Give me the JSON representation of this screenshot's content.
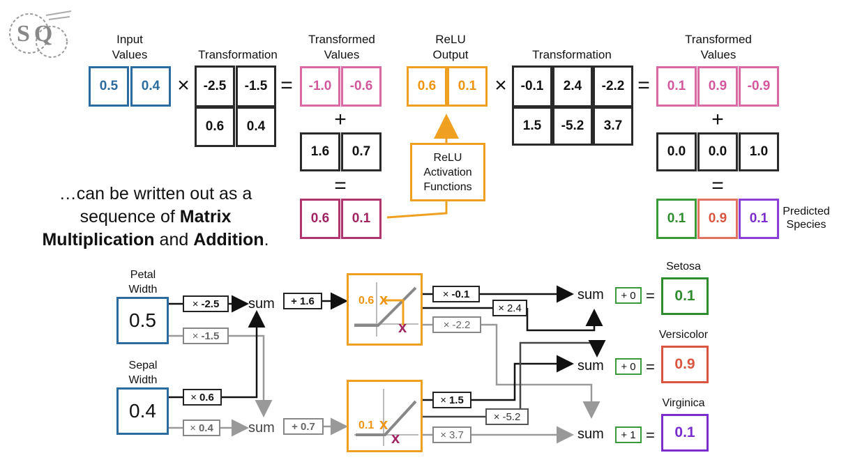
{
  "logo": {
    "text": "SQ"
  },
  "equation": {
    "input_label": "Input\nValues",
    "input_values": [
      "0.5",
      "0.4"
    ],
    "times": "×",
    "equals": "=",
    "plus": "+",
    "transformation1_label": "Transformation",
    "transformation1": [
      [
        "-2.5",
        "-1.5"
      ],
      [
        "0.6",
        "0.4"
      ]
    ],
    "transformed1_label": "Transformed\nValues",
    "transformed1": [
      "-1.0",
      "-0.6"
    ],
    "bias1": [
      "1.6",
      "0.7"
    ],
    "sum1": [
      "0.6",
      "0.1"
    ],
    "relu_output_label": "ReLU\nOutput",
    "relu_output": [
      "0.6",
      "0.1"
    ],
    "relu_box_label": "ReLU\nActivation\nFunctions",
    "transformation2_label": "Transformation",
    "transformation2": [
      [
        "-0.1",
        "2.4",
        "-2.2"
      ],
      [
        "1.5",
        "-5.2",
        "3.7"
      ]
    ],
    "transformed2_label": "Transformed\nValues",
    "transformed2": [
      "0.1",
      "0.9",
      "-0.9"
    ],
    "bias2": [
      "0.0",
      "0.0",
      "1.0"
    ],
    "predicted": [
      "0.1",
      "0.9",
      "0.1"
    ],
    "predicted_label": "Predicted\nSpecies"
  },
  "caption": {
    "line1": "…can be written out as a",
    "line2_a": "sequence of ",
    "line2_b": "Matrix",
    "line3_a": "Multiplication",
    "line3_b": " and ",
    "line3_c": "Addition",
    "line3_d": "."
  },
  "network": {
    "petal_label": "Petal\nWidth",
    "petal_value": "0.5",
    "sepal_label": "Sepal\nWidth",
    "sepal_value": "0.4",
    "times": "×",
    "w1": [
      "-2.5",
      "-1.5",
      "0.6",
      "0.4"
    ],
    "sum": "sum",
    "b1": [
      "+ 1.6",
      "+ 0.7"
    ],
    "relu_marks": [
      "0.6",
      "0.1"
    ],
    "relu_x": "x",
    "w2": [
      "-0.1",
      "2.4",
      "-2.2",
      "1.5",
      "-5.2",
      "3.7"
    ],
    "b2": [
      "+ 0",
      "+ 0",
      "+ 1"
    ],
    "equals": "=",
    "species": [
      "Setosa",
      "Versicolor",
      "Virginica"
    ],
    "outputs": [
      "0.1",
      "0.9",
      "0.1"
    ]
  },
  "colors": {
    "blue": "#2b6b9e",
    "pink": "#d2579b",
    "orange": "#ee9410",
    "maroon": "#a02560",
    "green": "#2e8c2e",
    "red": "#d9553f",
    "purple": "#7a2ccc",
    "gray": "#888888"
  }
}
